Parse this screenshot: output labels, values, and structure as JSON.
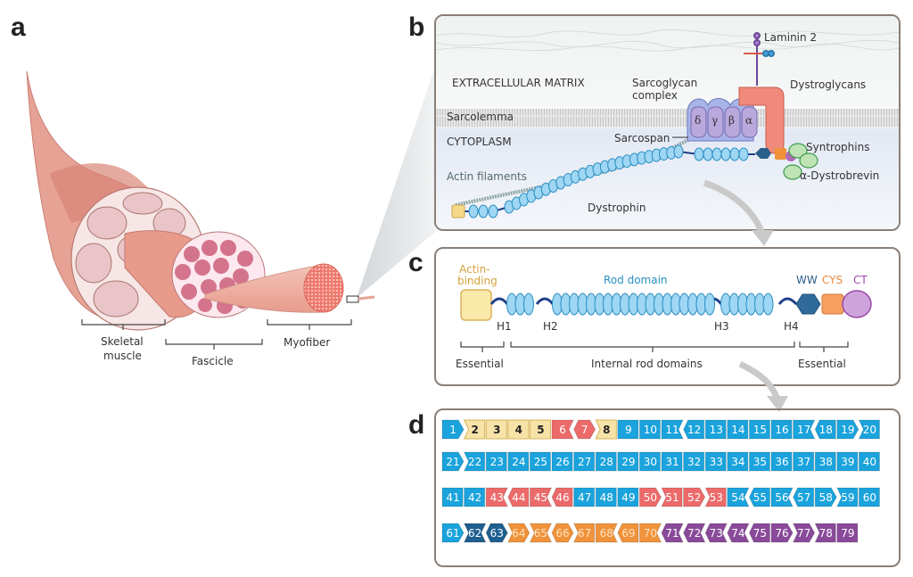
{
  "panels": {
    "a": {
      "letter": "a",
      "labels": {
        "skeletal_muscle_1": "Skeletal",
        "skeletal_muscle_2": "muscle",
        "fascicle": "Fascicle",
        "myofiber": "Myofiber"
      }
    },
    "b": {
      "letter": "b",
      "labels": {
        "extracellular_matrix": "EXTRACELLULAR MATRIX",
        "sarcolemma": "Sarcolemma",
        "cytoplasm": "CYTOPLASM",
        "actin_filaments": "Actin filaments",
        "dystrophin": "Dystrophin",
        "laminin": "Laminin 2",
        "sarcoglycan_1": "Sarcoglycan",
        "sarcoglycan_2": "complex",
        "dystroglycans": "Dystroglycans",
        "sarcospan": "Sarcospan",
        "syntrophins": "Syntrophins",
        "dystrobrevin": "α-Dystrobrevin",
        "sg_delta": "δ",
        "sg_gamma": "γ",
        "sg_beta": "β",
        "sg_alpha": "α"
      },
      "colors": {
        "ecm_label": "#6aa89a",
        "cytoplasm_label": "#8fa3c8",
        "dystrophin": "#2a8fc4",
        "syntrophins": "#3a9a4a",
        "dystrobrevin": "#9a3a9a"
      }
    },
    "c": {
      "letter": "c",
      "labels": {
        "actin_binding_1": "Actin-",
        "actin_binding_2": "binding",
        "rod_domain": "Rod domain",
        "ww": "WW",
        "cys": "CYS",
        "ct": "CT",
        "h1": "H1",
        "h2": "H2",
        "h3": "H3",
        "h4": "H4",
        "essential_left": "Essential",
        "internal_rod": "Internal rod domains",
        "essential_right": "Essential"
      },
      "colors": {
        "actin_binding": "#d4a23a",
        "rod_domain": "#2a8fc4",
        "ww": "#2a5f8a",
        "cys": "#e8873a",
        "ct": "#9a4aa8"
      }
    },
    "d": {
      "letter": "d",
      "exon_colors": {
        "blue": "#1aa3dc",
        "yellow": "#f7e3a8",
        "red": "#ec6a6a",
        "darkblue": "#1f5f8f",
        "orange": "#f0923a",
        "purple": "#8a4a9a"
      },
      "exon_text_colors": {
        "blue": "#ffffff",
        "yellow": "#222222",
        "red": "#ffffff",
        "darkblue": "#ffffff",
        "orange": "#ffe3c0",
        "purple": "#ffffff"
      },
      "exons": [
        {
          "n": "1",
          "c": "blue",
          "l": "f",
          "r": "p"
        },
        {
          "n": "2",
          "c": "yellow",
          "l": "n",
          "r": "f"
        },
        {
          "n": "3",
          "c": "yellow",
          "l": "f",
          "r": "f"
        },
        {
          "n": "4",
          "c": "yellow",
          "l": "f",
          "r": "f"
        },
        {
          "n": "5",
          "c": "yellow",
          "l": "f",
          "r": "f"
        },
        {
          "n": "6",
          "c": "red",
          "l": "f",
          "r": "n"
        },
        {
          "n": "7",
          "c": "red",
          "l": "p",
          "r": "p"
        },
        {
          "n": "8",
          "c": "yellow",
          "l": "n",
          "r": "f"
        },
        {
          "n": "9",
          "c": "blue",
          "l": "f",
          "r": "f"
        },
        {
          "n": "10",
          "c": "blue",
          "l": "f",
          "r": "f"
        },
        {
          "n": "11",
          "c": "blue",
          "l": "f",
          "r": "n"
        },
        {
          "n": "12",
          "c": "blue",
          "l": "p",
          "r": "f"
        },
        {
          "n": "13",
          "c": "blue",
          "l": "f",
          "r": "f"
        },
        {
          "n": "14",
          "c": "blue",
          "l": "f",
          "r": "f"
        },
        {
          "n": "15",
          "c": "blue",
          "l": "f",
          "r": "f"
        },
        {
          "n": "16",
          "c": "blue",
          "l": "f",
          "r": "f"
        },
        {
          "n": "17",
          "c": "blue",
          "l": "f",
          "r": "n"
        },
        {
          "n": "18",
          "c": "blue",
          "l": "p",
          "r": "f"
        },
        {
          "n": "19",
          "c": "blue",
          "l": "f",
          "r": "p"
        },
        {
          "n": "20",
          "c": "blue",
          "l": "n",
          "r": "f"
        },
        {
          "n": "21",
          "c": "blue",
          "l": "f",
          "r": "p"
        },
        {
          "n": "22",
          "c": "blue",
          "l": "n",
          "r": "f"
        },
        {
          "n": "23",
          "c": "blue",
          "l": "f",
          "r": "f"
        },
        {
          "n": "24",
          "c": "blue",
          "l": "f",
          "r": "f"
        },
        {
          "n": "25",
          "c": "blue",
          "l": "f",
          "r": "f"
        },
        {
          "n": "26",
          "c": "blue",
          "l": "f",
          "r": "f"
        },
        {
          "n": "27",
          "c": "blue",
          "l": "f",
          "r": "f"
        },
        {
          "n": "28",
          "c": "blue",
          "l": "f",
          "r": "f"
        },
        {
          "n": "29",
          "c": "blue",
          "l": "f",
          "r": "f"
        },
        {
          "n": "30",
          "c": "blue",
          "l": "f",
          "r": "f"
        },
        {
          "n": "31",
          "c": "blue",
          "l": "f",
          "r": "f"
        },
        {
          "n": "32",
          "c": "blue",
          "l": "f",
          "r": "f"
        },
        {
          "n": "33",
          "c": "blue",
          "l": "f",
          "r": "f"
        },
        {
          "n": "34",
          "c": "blue",
          "l": "f",
          "r": "f"
        },
        {
          "n": "35",
          "c": "blue",
          "l": "f",
          "r": "f"
        },
        {
          "n": "36",
          "c": "blue",
          "l": "f",
          "r": "f"
        },
        {
          "n": "37",
          "c": "blue",
          "l": "f",
          "r": "f"
        },
        {
          "n": "38",
          "c": "blue",
          "l": "f",
          "r": "f"
        },
        {
          "n": "39",
          "c": "blue",
          "l": "f",
          "r": "f"
        },
        {
          "n": "40",
          "c": "blue",
          "l": "f",
          "r": "f"
        },
        {
          "n": "41",
          "c": "blue",
          "l": "f",
          "r": "f"
        },
        {
          "n": "42",
          "c": "blue",
          "l": "f",
          "r": "f"
        },
        {
          "n": "43",
          "c": "red",
          "l": "f",
          "r": "n"
        },
        {
          "n": "44",
          "c": "red",
          "l": "p",
          "r": "f"
        },
        {
          "n": "45",
          "c": "red",
          "l": "f",
          "r": "n"
        },
        {
          "n": "46",
          "c": "red",
          "l": "p",
          "r": "f"
        },
        {
          "n": "47",
          "c": "blue",
          "l": "f",
          "r": "f"
        },
        {
          "n": "48",
          "c": "blue",
          "l": "f",
          "r": "f"
        },
        {
          "n": "49",
          "c": "blue",
          "l": "f",
          "r": "f"
        },
        {
          "n": "50",
          "c": "red",
          "l": "f",
          "r": "p"
        },
        {
          "n": "51",
          "c": "red",
          "l": "n",
          "r": "f"
        },
        {
          "n": "52",
          "c": "red",
          "l": "f",
          "r": "p"
        },
        {
          "n": "53",
          "c": "red",
          "l": "n",
          "r": "f"
        },
        {
          "n": "54",
          "c": "blue",
          "l": "f",
          "r": "n"
        },
        {
          "n": "55",
          "c": "blue",
          "l": "p",
          "r": "f"
        },
        {
          "n": "56",
          "c": "blue",
          "l": "f",
          "r": "n"
        },
        {
          "n": "57",
          "c": "blue",
          "l": "p",
          "r": "f"
        },
        {
          "n": "58",
          "c": "blue",
          "l": "f",
          "r": "p"
        },
        {
          "n": "59",
          "c": "blue",
          "l": "n",
          "r": "f"
        },
        {
          "n": "60",
          "c": "blue",
          "l": "f",
          "r": "f"
        },
        {
          "n": "61",
          "c": "blue",
          "l": "f",
          "r": "p"
        },
        {
          "n": "62",
          "c": "darkblue",
          "l": "n",
          "r": "n"
        },
        {
          "n": "63",
          "c": "darkblue",
          "l": "p",
          "r": "p"
        },
        {
          "n": "64",
          "c": "orange",
          "l": "n",
          "r": "p"
        },
        {
          "n": "65",
          "c": "orange",
          "l": "n",
          "r": "n"
        },
        {
          "n": "66",
          "c": "orange",
          "l": "p",
          "r": "p"
        },
        {
          "n": "67",
          "c": "orange",
          "l": "n",
          "r": "f"
        },
        {
          "n": "68",
          "c": "orange",
          "l": "f",
          "r": "n"
        },
        {
          "n": "69",
          "c": "orange",
          "l": "p",
          "r": "f"
        },
        {
          "n": "70",
          "c": "orange",
          "l": "f",
          "r": "n"
        },
        {
          "n": "71",
          "c": "purple",
          "l": "p",
          "r": "n"
        },
        {
          "n": "72",
          "c": "purple",
          "l": "p",
          "r": "n"
        },
        {
          "n": "73",
          "c": "purple",
          "l": "p",
          "r": "n"
        },
        {
          "n": "74",
          "c": "purple",
          "l": "p",
          "r": "n"
        },
        {
          "n": "75",
          "c": "purple",
          "l": "p",
          "r": "f"
        },
        {
          "n": "76",
          "c": "purple",
          "l": "f",
          "r": "p"
        },
        {
          "n": "77",
          "c": "purple",
          "l": "n",
          "r": "p"
        },
        {
          "n": "78",
          "c": "purple",
          "l": "n",
          "r": "f"
        },
        {
          "n": "79",
          "c": "purple",
          "l": "f",
          "r": "f"
        }
      ]
    }
  }
}
